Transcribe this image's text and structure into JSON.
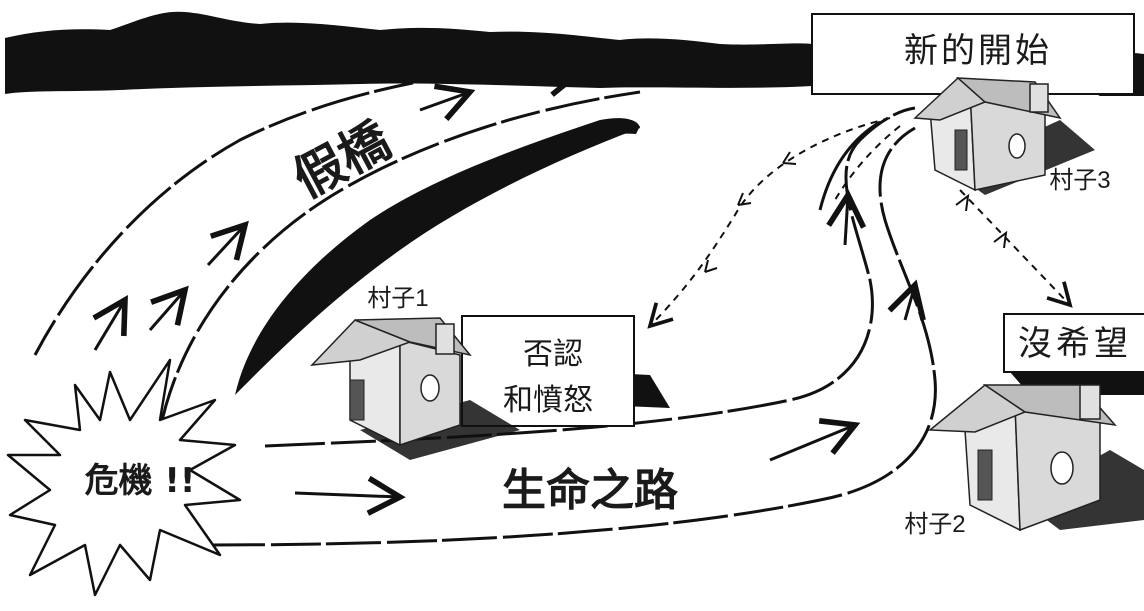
{
  "diagram": {
    "crisis_label": "危機 !!",
    "false_bridge_label": "假橋",
    "road_of_life_label": "生命之路",
    "signs": {
      "denial_anger_line1": "否認",
      "denial_anger_line2": "和憤怒",
      "new_beginning": "新的開始",
      "no_hope": "沒希望"
    },
    "villages": {
      "village1": "村子1",
      "village2": "村子2",
      "village3": "村子3"
    },
    "colors": {
      "ink": "#111111",
      "paper": "#ffffff",
      "house_wall": "#e4e4e4",
      "house_roof": "#c9c9c9",
      "shadow": "#111111"
    }
  }
}
